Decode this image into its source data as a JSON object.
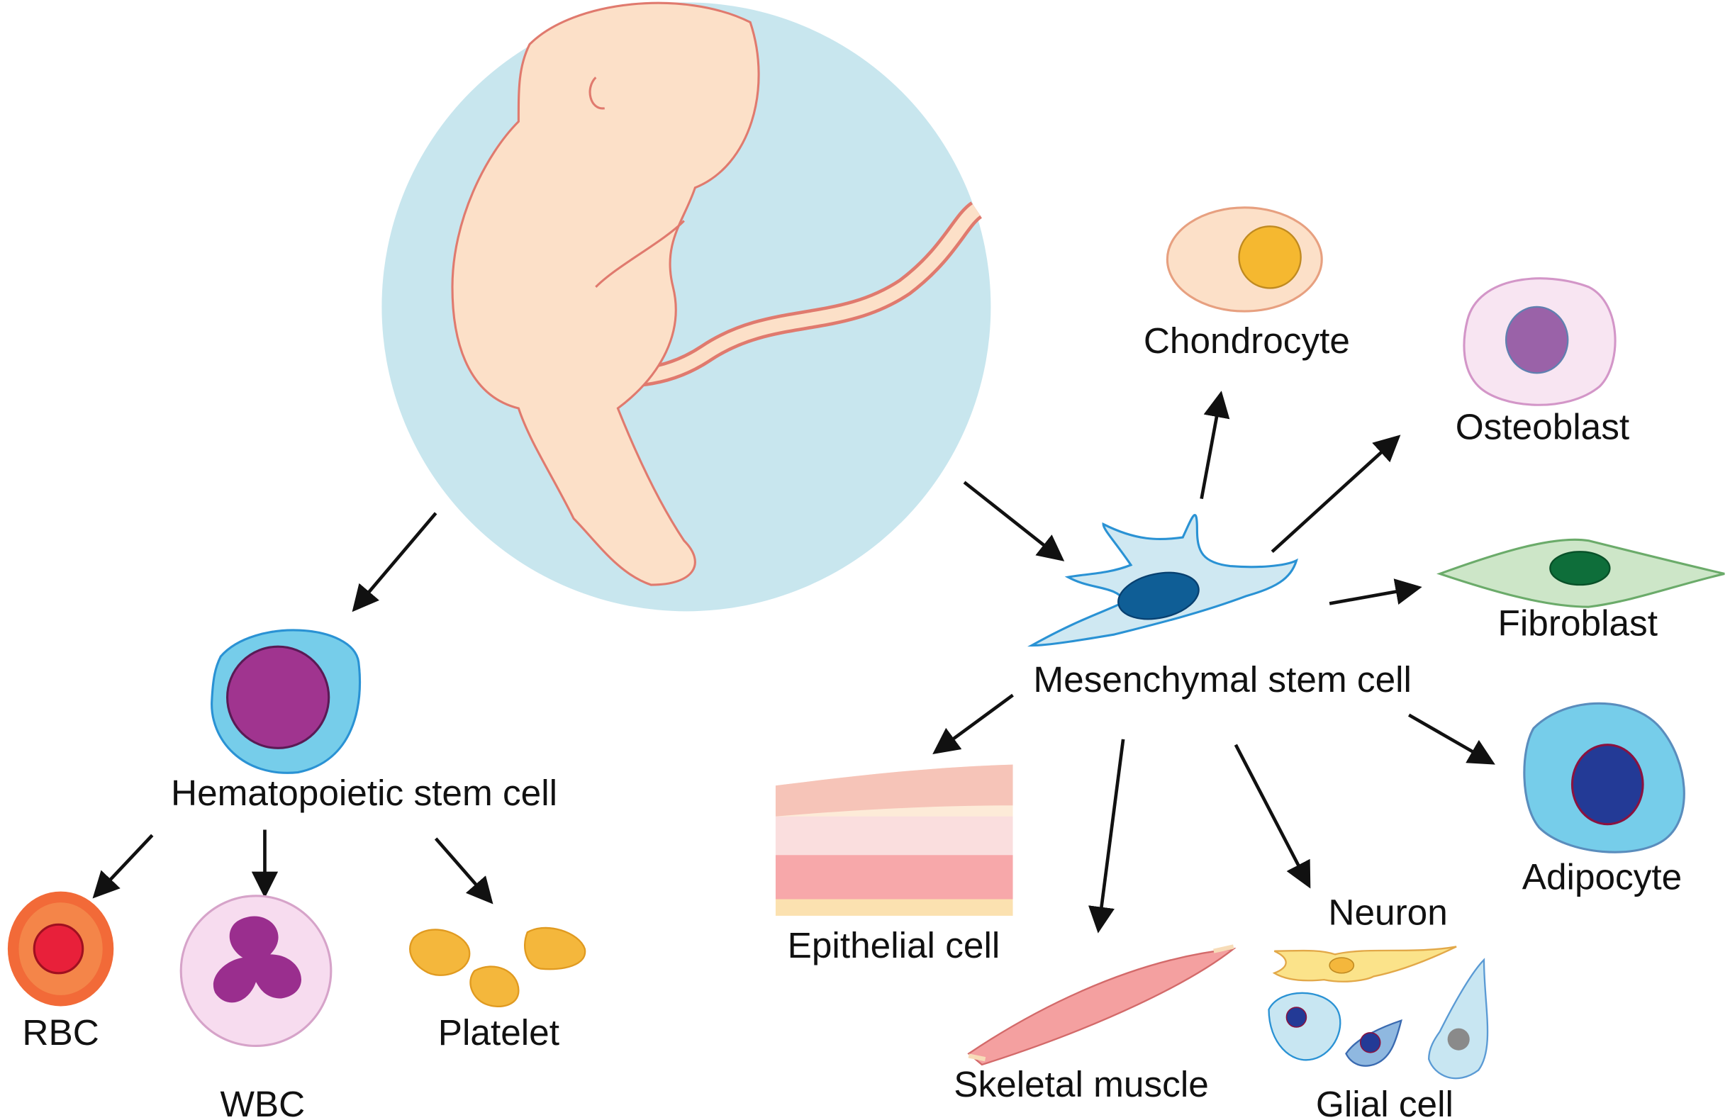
{
  "title": "Fetal stem cell differentiation",
  "colors": {
    "amniotic": "#c8e6ee",
    "skin": "#fce0c8",
    "skin_outline": "#e07a6e",
    "msc_fill": "#cfe8f2",
    "msc_outline": "#2a92d4",
    "msc_nucleus": "#0f5e96"
  },
  "nodes": {
    "fetus": "",
    "hsc": "Hematopoietic stem cell",
    "msc": "Mesenchymal stem cell"
  },
  "hsc_children": [
    "RBC",
    "WBC",
    "Platelet"
  ],
  "msc_children": {
    "chondrocyte": "Chondrocyte",
    "osteoblast": "Osteoblast",
    "fibroblast": "Fibroblast",
    "adipocyte": "Adipocyte",
    "epithelial": "Epithelial cell",
    "skeletal": "Skeletal muscle",
    "neuron": "Neuron",
    "glial": "Glial cell"
  }
}
